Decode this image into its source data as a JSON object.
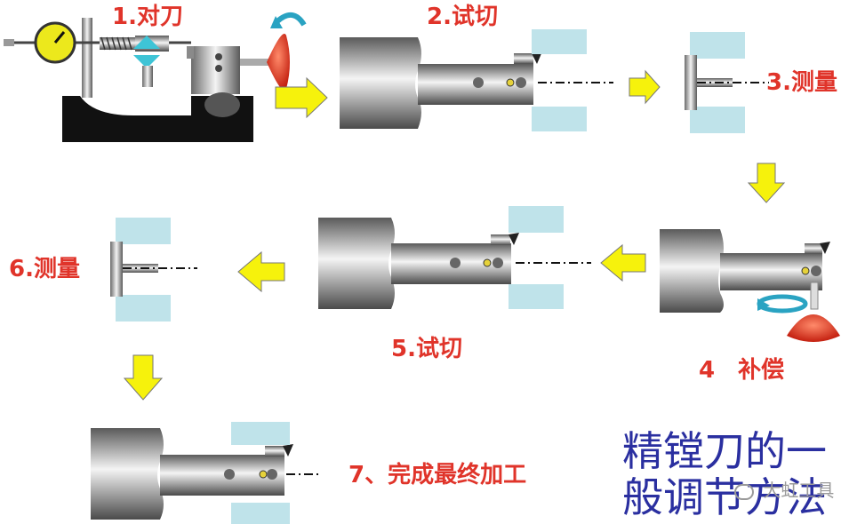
{
  "steps": [
    {
      "label": "1.对刀"
    },
    {
      "label": "2.试切"
    },
    {
      "label": "3.测量"
    },
    {
      "label": "4　补偿"
    },
    {
      "label": "5.试切"
    },
    {
      "label": "6.测量"
    },
    {
      "label": "7、完成最终加工"
    }
  ],
  "title": {
    "line1": "精镗刀的一",
    "line2": "般调节方法"
  },
  "watermark": {
    "text": "大虹工具",
    "icon": "chat-bubble-icon"
  },
  "colors": {
    "label_red": "#e0342a",
    "title_blue": "#2a2fa0",
    "arrow_yellow": "#f6f20c",
    "workpiece_cyan": "#bfe3ea",
    "tool_red": "#e23a22"
  }
}
